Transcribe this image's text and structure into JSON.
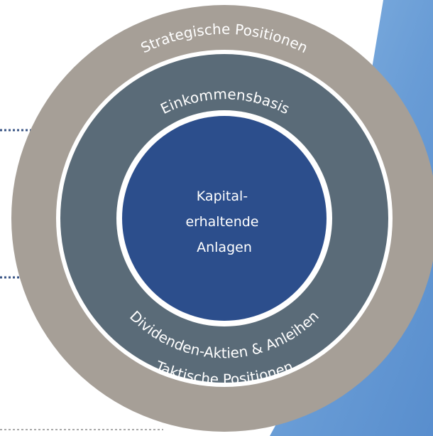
{
  "diagram": {
    "outer_ring": {
      "top_label": "Strategische Positionen",
      "bottom_label": "Taktische Positionen"
    },
    "middle_ring": {
      "top_label": "Einkommensbasis",
      "bottom_label": "Dividenden-Aktien & Anleihen"
    },
    "core": {
      "lines": [
        "Kapital-",
        "erhaltende",
        "Anlagen"
      ]
    }
  },
  "colors": {
    "outer_ring": "#a69f97",
    "middle_ring": "#5a6b78",
    "core": "#2c4e8c",
    "separator": "#ffffff",
    "dotted_line": "#3b5686",
    "watercolor": "#5d95d3"
  }
}
